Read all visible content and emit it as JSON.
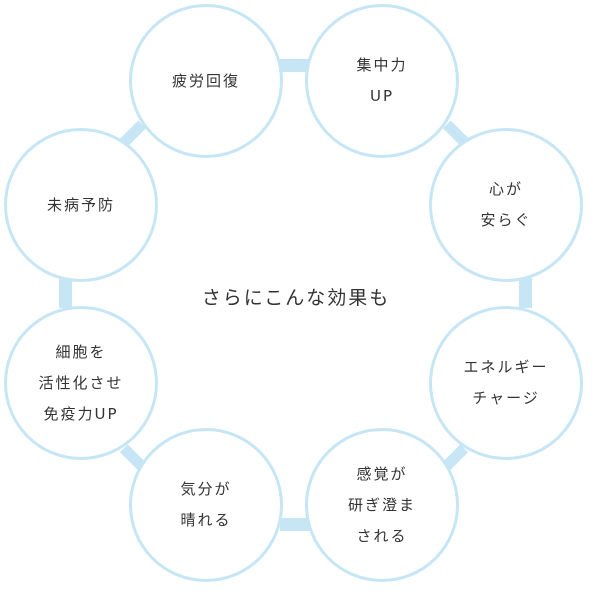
{
  "center_title": "さらにこんな効果も",
  "colors": {
    "ring": "#c6e6f6",
    "text": "#333333"
  },
  "circles": [
    {
      "lines": [
        "疲労回復"
      ]
    },
    {
      "lines": [
        "集中力",
        "UP"
      ]
    },
    {
      "lines": [
        "心が",
        "安らぐ"
      ]
    },
    {
      "lines": [
        "エネルギー",
        "チャージ"
      ]
    },
    {
      "lines": [
        "感覚が",
        "研ぎ澄ま",
        "される"
      ]
    },
    {
      "lines": [
        "気分が",
        "晴れる"
      ]
    },
    {
      "lines": [
        "細胞を",
        "活性化させ",
        "免疫力UP"
      ]
    },
    {
      "lines": [
        "未病予防"
      ]
    }
  ]
}
